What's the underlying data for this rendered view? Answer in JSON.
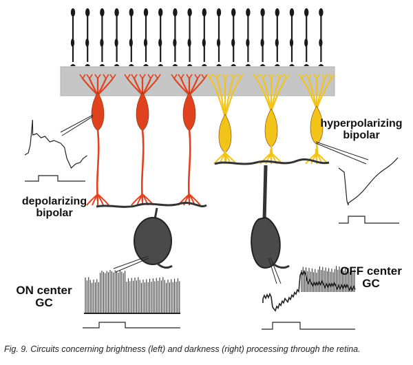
{
  "labels": {
    "depolarizing": [
      "depolarizing",
      "bipolar"
    ],
    "hyperpolarizing": [
      "hyperpolarizing",
      "bipolar"
    ],
    "on_center": [
      "ON center",
      "GC"
    ],
    "off_center": [
      "OFF center",
      "GC"
    ]
  },
  "caption": "Fig. 9. Circuits concerning brightness (left) and darkness (right) processing through the retina.",
  "colors": {
    "on_bipolar": "#e0411f",
    "off_bipolar": "#f2c41a",
    "ganglion": "#4a4a4a",
    "outer_plexiform_band": "#c4c4c4",
    "photoreceptor": "#1a1a1a"
  }
}
